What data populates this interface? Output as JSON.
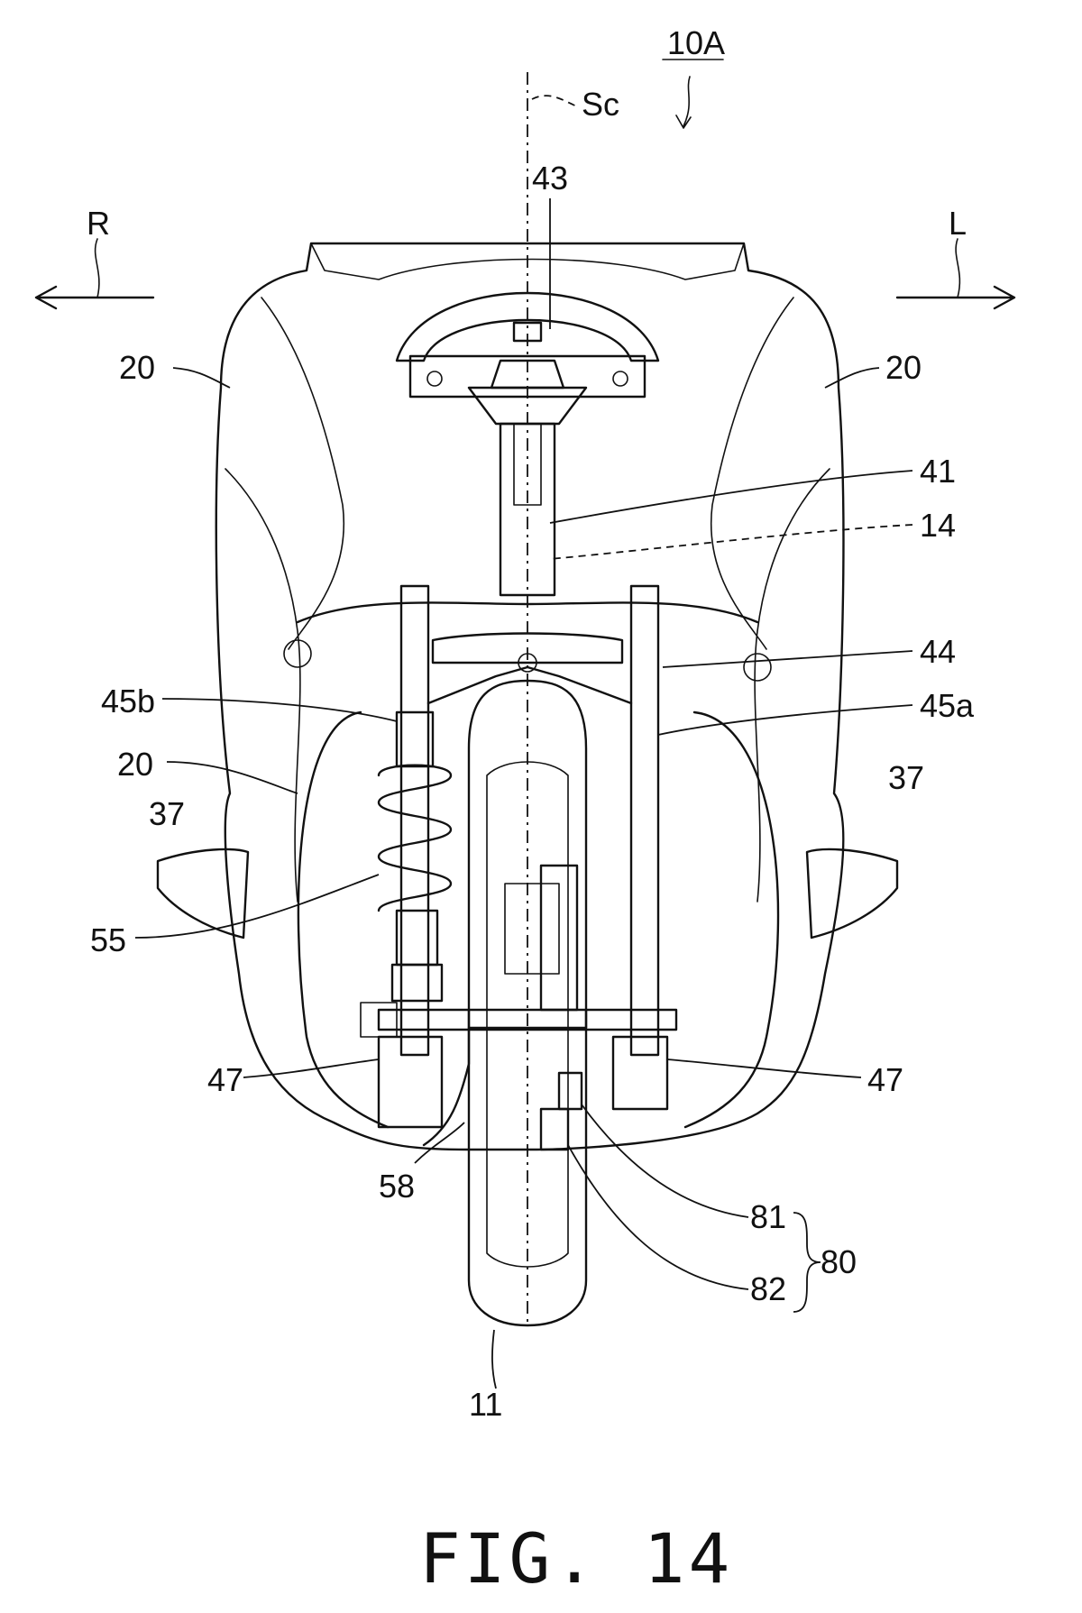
{
  "figure": {
    "title": "FIG. 14",
    "assembly_ref": "10A",
    "center_line": "Sc",
    "direction_right": "R",
    "direction_left": "L"
  },
  "labels": {
    "body_cover_upper_right": "20",
    "body_cover_upper_left": "20",
    "body_cover_lower": "20",
    "steering_top": "43",
    "steering_shaft": "41",
    "head_pipe": "14",
    "fork": "44",
    "fork_left": "45a",
    "fork_right": "45b",
    "footrest_right": "37",
    "footrest_left": "37",
    "suspension_spring": "55",
    "bracket_right": "47",
    "bracket_left": "47",
    "swing_arm": "58",
    "sensor_81": "81",
    "sensor_82": "82",
    "sensor_group": "80",
    "front_wheel": "11"
  },
  "colors": {
    "ink": "#111111",
    "paper": "#ffffff"
  }
}
